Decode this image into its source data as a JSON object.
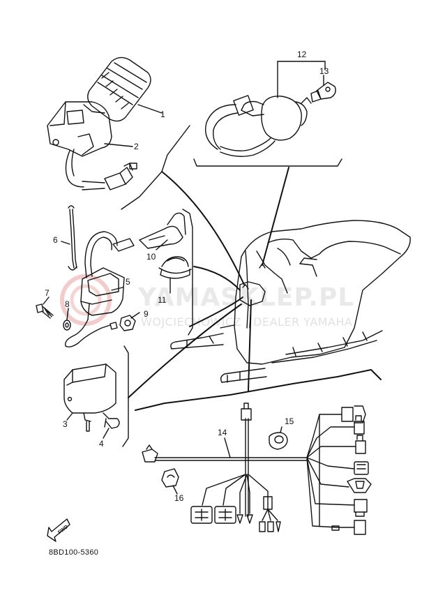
{
  "callouts": {
    "c1": "1",
    "c2": "2",
    "c3": "3",
    "c4": "4",
    "c5": "5",
    "c6": "6",
    "c7": "7",
    "c8": "8",
    "c9": "9",
    "c10": "10",
    "c11": "11",
    "c12": "12",
    "c13": "13",
    "c14": "14",
    "c15": "15",
    "c16": "16"
  },
  "fwd_label": "FWD",
  "part_code": "8BD100-5360",
  "watermark": {
    "main": "YAMASKLEP.PL",
    "sub": "WOJCIECHOWICZ | DEALER YAMAHA"
  },
  "colors": {
    "line": "#111111",
    "watermark_red": "#e8a0a0"
  }
}
